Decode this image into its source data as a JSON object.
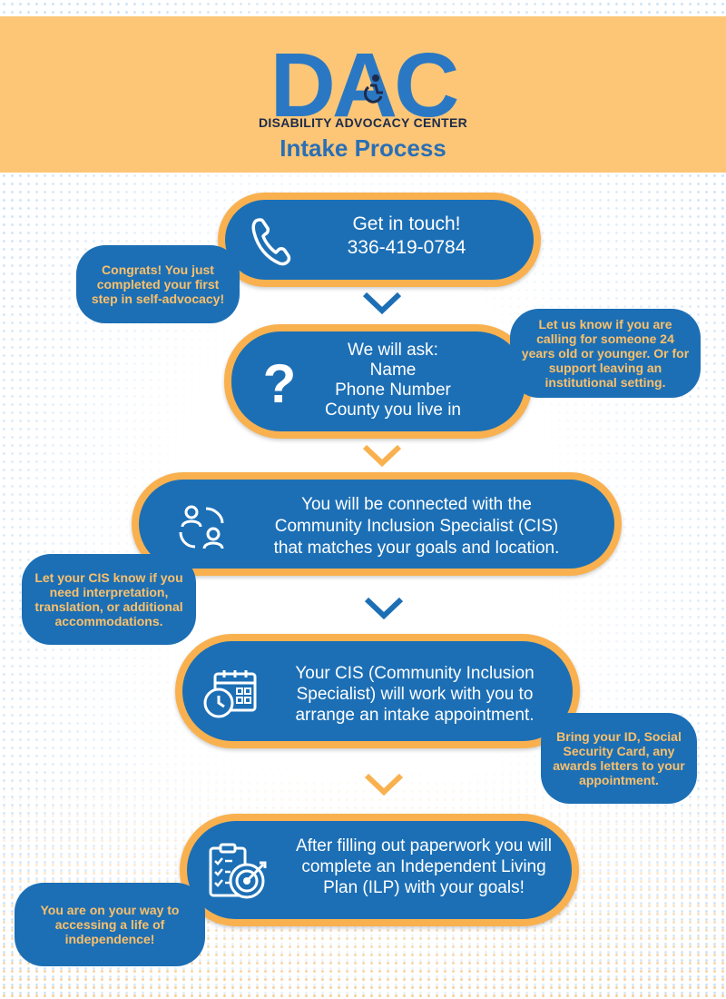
{
  "header": {
    "logo_letters": "DAC",
    "org_name": "DISABILITY ADVOCACY CENTER",
    "title": "Intake Process"
  },
  "steps": [
    {
      "icon": "phone-icon",
      "lines": [
        "Get in touch!",
        "336-419-0784"
      ]
    },
    {
      "icon": "question-icon",
      "lines": [
        "We will ask:",
        "Name",
        "Phone Number",
        "County you live in"
      ]
    },
    {
      "icon": "people-connect-icon",
      "lines": [
        "You will be connected with the",
        "Community Inclusion Specialist (CIS)",
        "that matches your goals and location."
      ]
    },
    {
      "icon": "calendar-clock-icon",
      "lines": [
        "Your CIS (Community Inclusion",
        "Specialist) will work with you to",
        "arrange an intake appointment."
      ]
    },
    {
      "icon": "checklist-target-icon",
      "lines": [
        "After filling out paperwork you will",
        "complete an Independent Living",
        "Plan (ILP) with your goals!"
      ]
    }
  ],
  "notes": [
    "Congrats! You just completed your first step in self-advocacy!",
    "Let us know if you are calling for someone 24 years old or younger. Or for support leaving an institutional setting.",
    "Let your CIS know if you need interpretation, translation, or additional accommodations.",
    "Bring your ID, Social Security Card, any awards letters to your appointment.",
    "You are on your way to accessing a life of independence!"
  ],
  "colors": {
    "header_bg": "#fcc676",
    "step_bg": "#1c6fb5",
    "step_border": "#f9b14f",
    "note_text": "#fbc06a",
    "title": "#2a6fb6"
  }
}
